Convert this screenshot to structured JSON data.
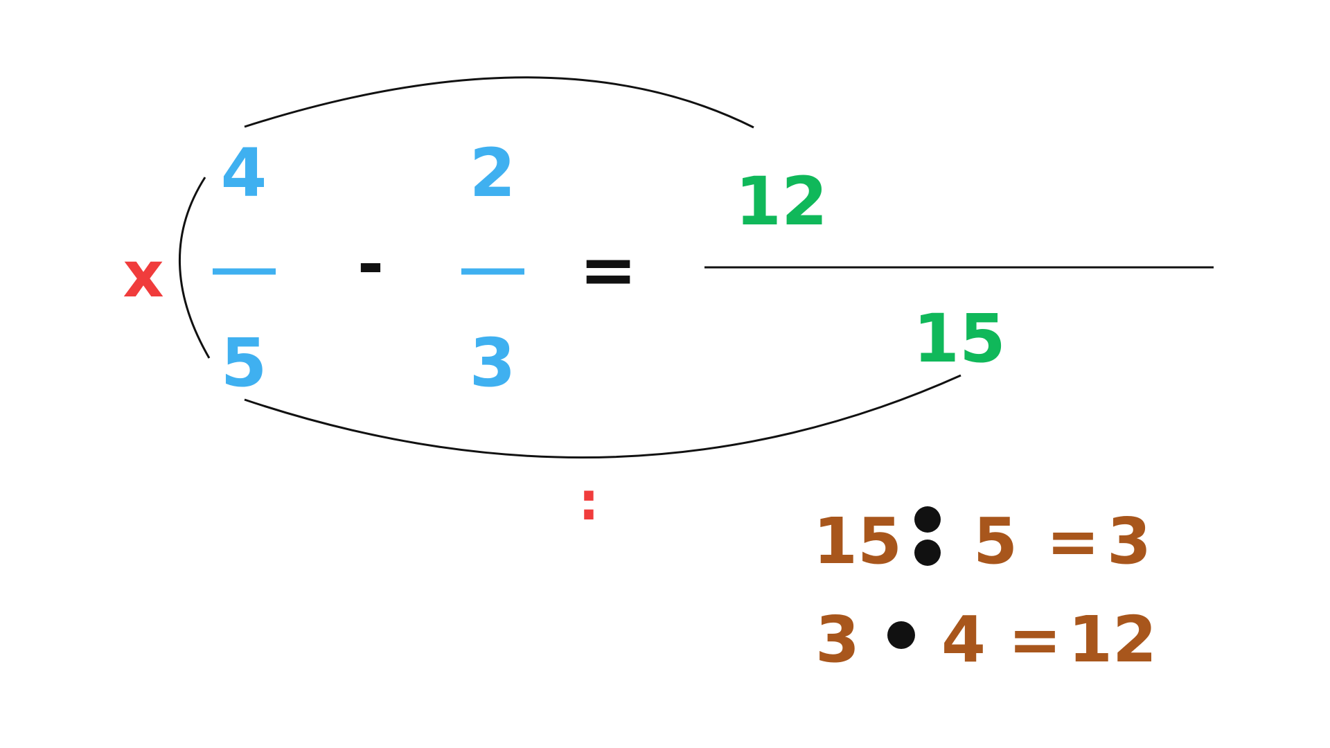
{
  "colors": {
    "fraction": "#3fb0f0",
    "result": "#10b85a",
    "marker": "#f03c3c",
    "work": "#a8561c",
    "ink": "#111111"
  },
  "equation": {
    "x_marker": "x",
    "fraction_a": {
      "numerator": "4",
      "denominator": "5"
    },
    "operator": "-",
    "fraction_b": {
      "numerator": "2",
      "denominator": "3"
    },
    "equals": "=",
    "result": {
      "numerator": "12",
      "denominator": "15"
    },
    "division_marker": ":"
  },
  "steps": {
    "line1": {
      "left": "15",
      "op_icon": "division-colon-icon",
      "right": "5",
      "equals": "=",
      "result": "3"
    },
    "line2": {
      "left": "3",
      "op_icon": "multiply-dot-icon",
      "right": "4",
      "equals": "=",
      "result": "12"
    }
  }
}
